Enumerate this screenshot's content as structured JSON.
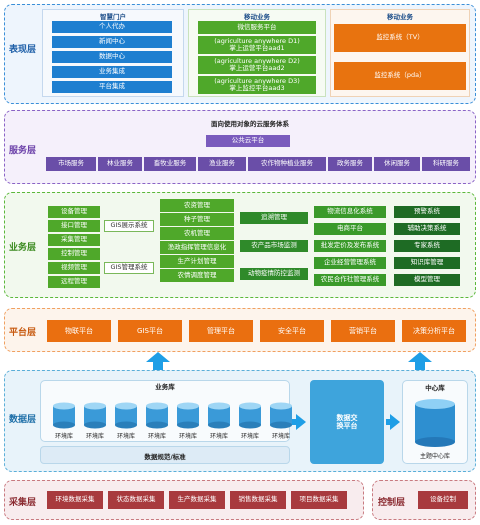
{
  "layers": {
    "presentation": "表现层",
    "service": "服务层",
    "business": "业务层",
    "platform": "平台层",
    "data": "数据层",
    "collect": "采集层",
    "control_layer": "控制层"
  },
  "presentation": {
    "smart_portal": {
      "title": "智慧门户",
      "items": [
        "个人代办",
        "新闻中心",
        "数据中心",
        "业务集成",
        "平台集成"
      ]
    },
    "mobile_business": {
      "title": "移动业务",
      "items": [
        "微信服务平台",
        "(agriculture anywhere D1)\n掌上运营平台aad1",
        "(agriculture anywhere D2)\n掌上运营平台aad2",
        "(agriculture anywhere D3)\n掌上监控平台aad3"
      ]
    },
    "mobile_business_2": {
      "title": "移动业务",
      "items": [
        "监控系统（TV）",
        "监控系统（pda）"
      ]
    }
  },
  "service": {
    "title": "面向使用对象的云服务体系",
    "cloud_platform": "公共云平台",
    "items": [
      "市场服务",
      "林业服务",
      "畜牧业服务",
      "渔业服务",
      "农作物种植业服务",
      "政务服务",
      "休闲服务",
      "科研服务"
    ]
  },
  "business": {
    "col1": [
      "设备管理",
      "接口管理",
      "采集管理",
      "控制管理",
      "视频管理",
      "远程管理"
    ],
    "gis_display": "GIS展示系统",
    "gis_manage": "GIS管理系统",
    "col3": [
      "农资管理",
      "种子管理",
      "农机管理",
      "渔政指挥管理信息化",
      "生产计划管理",
      "农情调度管理"
    ],
    "trace": "追溯管理",
    "col4b": [
      "农产品市场监测",
      "动物疫情防控监测"
    ],
    "col5": [
      "物流信息化系统",
      "电商平台",
      "批发定价及发布系统",
      "企业经营管理系统",
      "农民合作社管理系统"
    ],
    "col6": [
      "预警系统",
      "辅助决策系统",
      "专家系统",
      "知识库管理",
      "模型管理"
    ]
  },
  "platform": {
    "items": [
      "物联平台",
      "GIS平台",
      "管理平台",
      "安全平台",
      "营销平台",
      "决策分析平台"
    ]
  },
  "data": {
    "business_db": "业务库",
    "db_label": "环境库",
    "db_count": 8,
    "standard": "数据规范/标准",
    "exchange": "数据交\n换平台",
    "center_db": "中心库",
    "main_db": "主题中心库"
  },
  "collect": {
    "items": [
      "环境数据采集",
      "状态数据采集",
      "生产数据采集",
      "销售数据采集",
      "项目数据采集"
    ]
  },
  "control": {
    "item": "设备控制"
  },
  "colors": {
    "presentation_blue": "#1e7fd0",
    "presentation_orange": "#e8730f",
    "service_purple": "#6a4ea8",
    "business_green": "#4fa82a",
    "business_dark_green": "#1e6b24",
    "platform_orange": "#ea6f10",
    "data_blue": "#3ea4dc",
    "collect_red": "#a83a3e"
  }
}
